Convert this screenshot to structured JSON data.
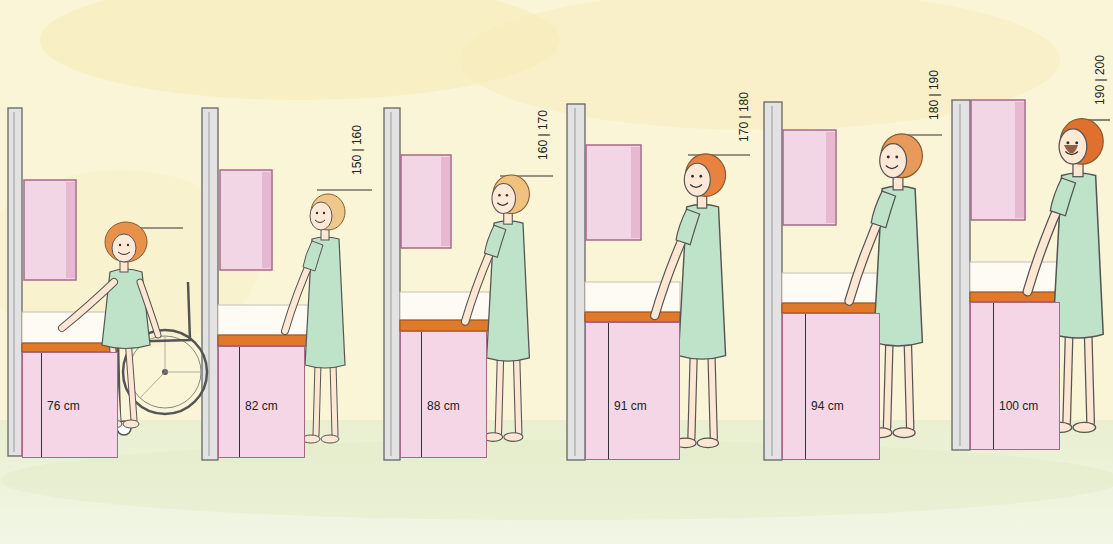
{
  "diagram": {
    "nodes": [
      {
        "text": [
          "76 cm"
        ]
      },
      {
        "text": [
          "82 cm"
        ]
      },
      {
        "text": [
          "88 cm"
        ]
      },
      {
        "text": [
          "91 cm"
        ]
      },
      {
        "text": [
          "94 cm"
        ]
      },
      {
        "text": [
          "100 cm"
        ]
      }
    ],
    "labels": [
      "150 | 160",
      "160 | 170",
      "170 | 180",
      "180 | 190",
      "190 | 200"
    ]
  }
}
